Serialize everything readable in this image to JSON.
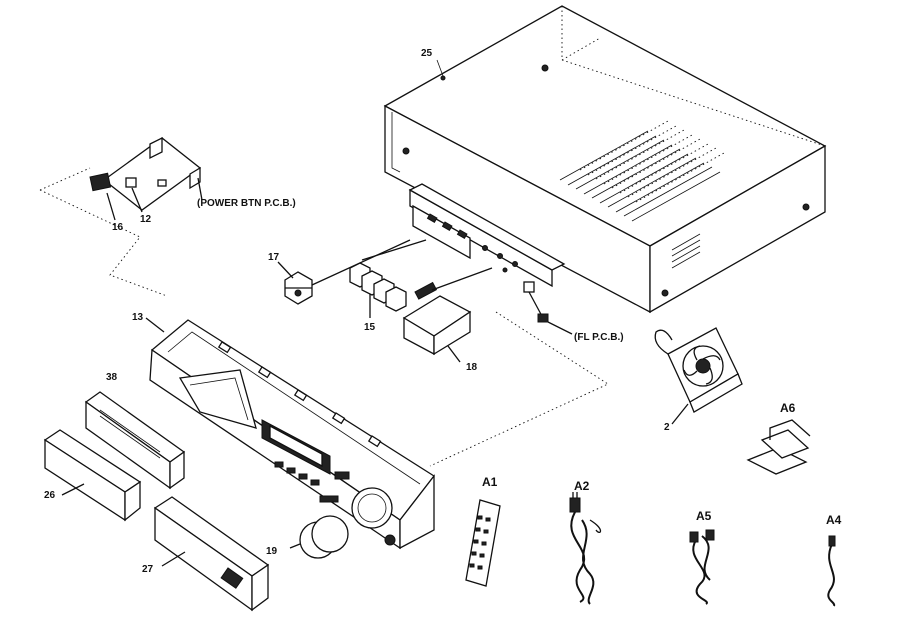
{
  "labels": {
    "p25": "25",
    "p16": "16",
    "p12": "12",
    "power_pcb": "(POWER BTN P.C.B.)",
    "p17": "17",
    "p15": "15",
    "p18": "18",
    "fl_pcb": "(FL P.C.B.)",
    "p13": "13",
    "p38": "38",
    "p26": "26",
    "p27": "27",
    "p19": "19",
    "p2": "2",
    "a1": "A1",
    "a2": "A2",
    "a5": "A5",
    "a4": "A4",
    "a6": "A6"
  },
  "colors": {
    "ink": "#111111",
    "paper": "#ffffff"
  }
}
